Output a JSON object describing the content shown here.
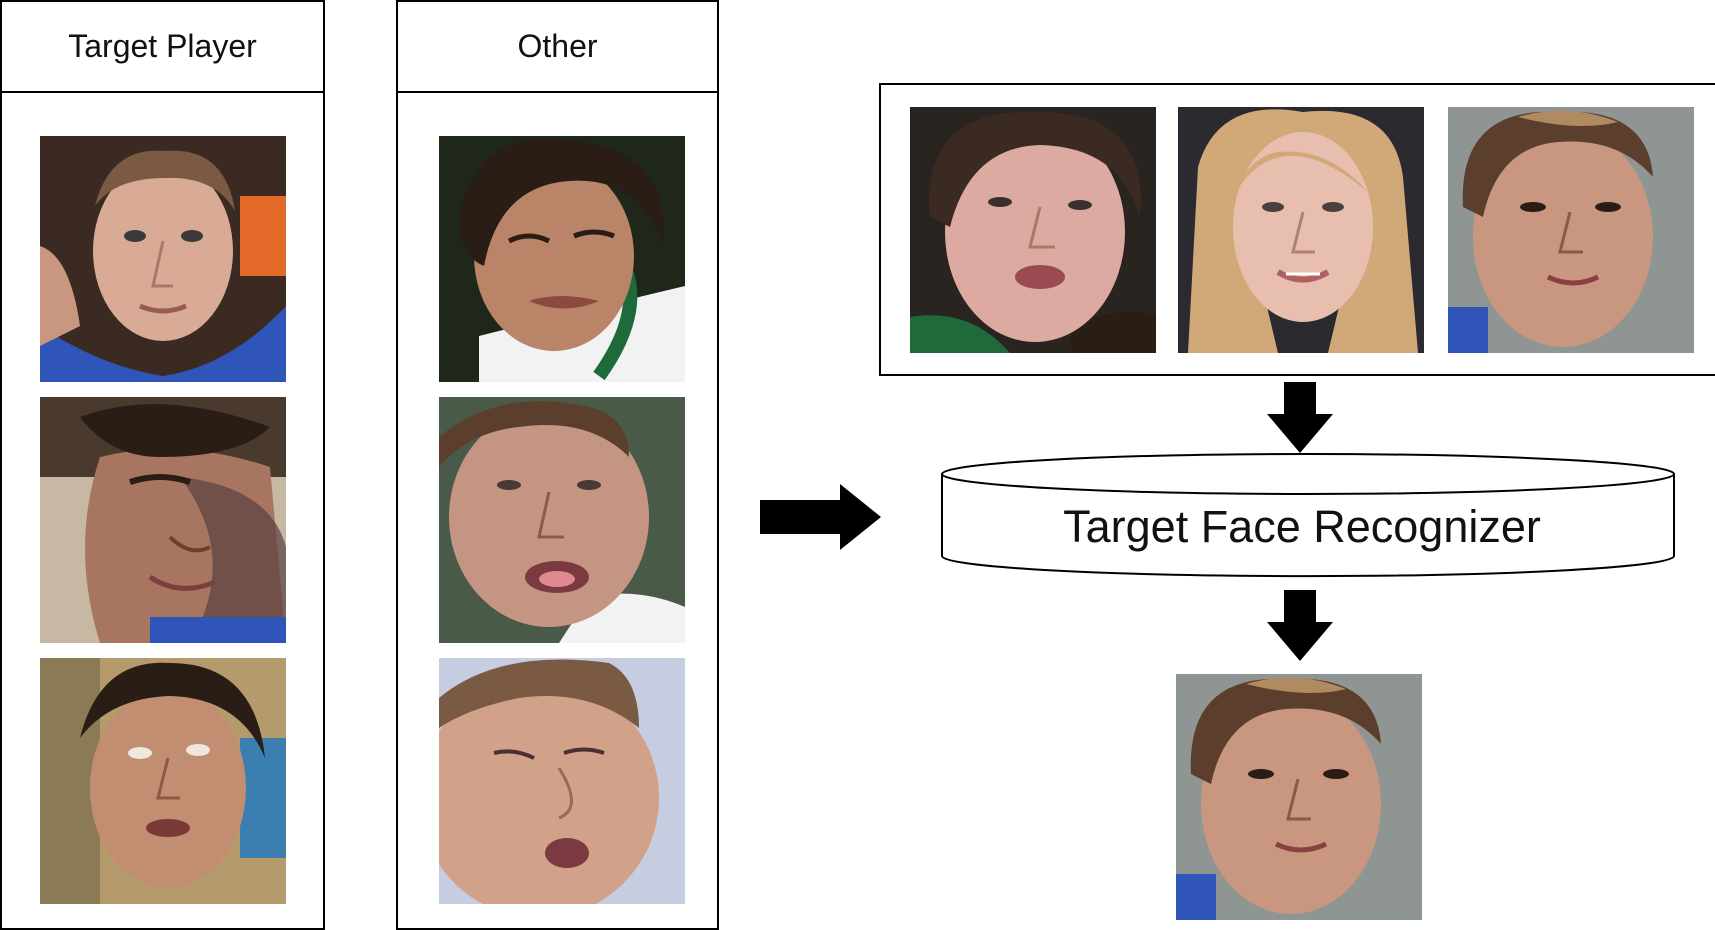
{
  "panels": {
    "target_player": {
      "title": "Target Player"
    },
    "other": {
      "title": "Other"
    }
  },
  "recognizer": {
    "label": "Target Face Recognizer"
  },
  "colors": {
    "skin_light": "#e2b7a5",
    "skin_mid": "#c9977f",
    "skin_tan": "#b07a5c",
    "hair_dark": "#2a1d15",
    "hair_brown": "#5b3e2b",
    "hair_blonde": "#d1a878",
    "jersey_blue": "#2f55b8",
    "jersey_white": "#f2f2f2",
    "jersey_green": "#1f6a3a",
    "bg_green_dark": "#26351f",
    "bg_grey": "#8e9593",
    "bg_blue": "#c6cde0",
    "arrow": "#000000"
  },
  "icons": {
    "arrow_right": "block-arrow-right",
    "arrow_down": "block-arrow-down",
    "database": "cylinder-database"
  }
}
